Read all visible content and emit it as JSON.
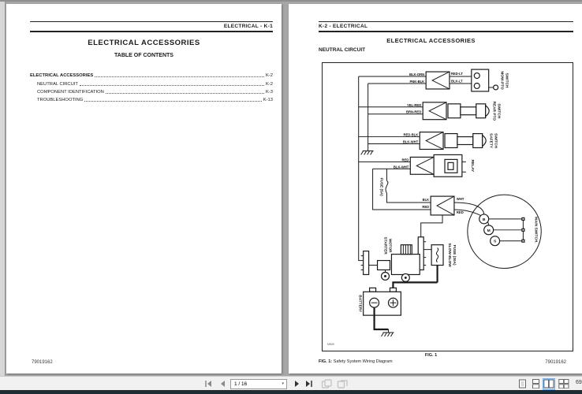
{
  "viewer": {
    "toolbar": {
      "page_indicator": "1 / 16",
      "zoom_value": "69"
    }
  },
  "left_page": {
    "header": "ELECTRICAL - K-1",
    "title": "ELECTRICAL ACCESSORIES",
    "subtitle": "TABLE OF CONTENTS",
    "toc": [
      {
        "label": "ELECTRICAL ACCESSORIES",
        "page": "K-2"
      },
      {
        "label": "NEUTRAL CIRCUIT",
        "page": "K-2"
      },
      {
        "label": "COMPONENT IDENTIFICATION",
        "page": "K-3"
      },
      {
        "label": "TROUBLESHOOTING",
        "page": "K-13"
      }
    ],
    "footer": "79019162"
  },
  "right_page": {
    "header": "K-2 - ELECTRICAL",
    "title": "ELECTRICAL ACCESSORIES",
    "section": "NEUTRAL CIRCUIT",
    "figure": {
      "fig_label": "FIG. 1",
      "caption_label": "FIG. 1:",
      "caption_text": "Safety System Wiring Diagram",
      "diagram_code": "M509",
      "components": {
        "mow_pto_1": "MOW-PTO",
        "mow_pto_2": "SWITCH",
        "rear_pto_1": "REAR PTO",
        "rear_pto_2": "SWITCH",
        "safety_1": "SAFETY",
        "safety_2": "SWITCH",
        "relay": "RELAY",
        "fuse_5a": "FUSE (5A)",
        "main_switch": "MAIN SWITCH.",
        "starter_1": "STARTER",
        "starter_2": "MOTOR",
        "slow_blow_1": "SLOW-BLOW",
        "slow_blow_2": "FUSE (30A)",
        "battery": "BATTERY"
      },
      "terminals": {
        "t1": "B",
        "t2": "M",
        "t3": "S"
      },
      "wire_labels": {
        "row1_l1": "BLK-ORN",
        "row1_l2": "PNK-BLK",
        "row1_r1": "RED-LT",
        "row1_r2": "BLK-LT",
        "row2_l1": "YEL-RED",
        "row2_l2": "BRN-RED",
        "row3_l1": "RED-BLK",
        "row3_l2": "BLK-WHT",
        "relay_l1": "RED",
        "relay_l2": "BLK-WHT",
        "conn2_l1": "BLK",
        "conn2_l2": "RED",
        "conn2_r1": "WHT",
        "conn2_r2": "RED"
      }
    },
    "footer": "79019162"
  }
}
